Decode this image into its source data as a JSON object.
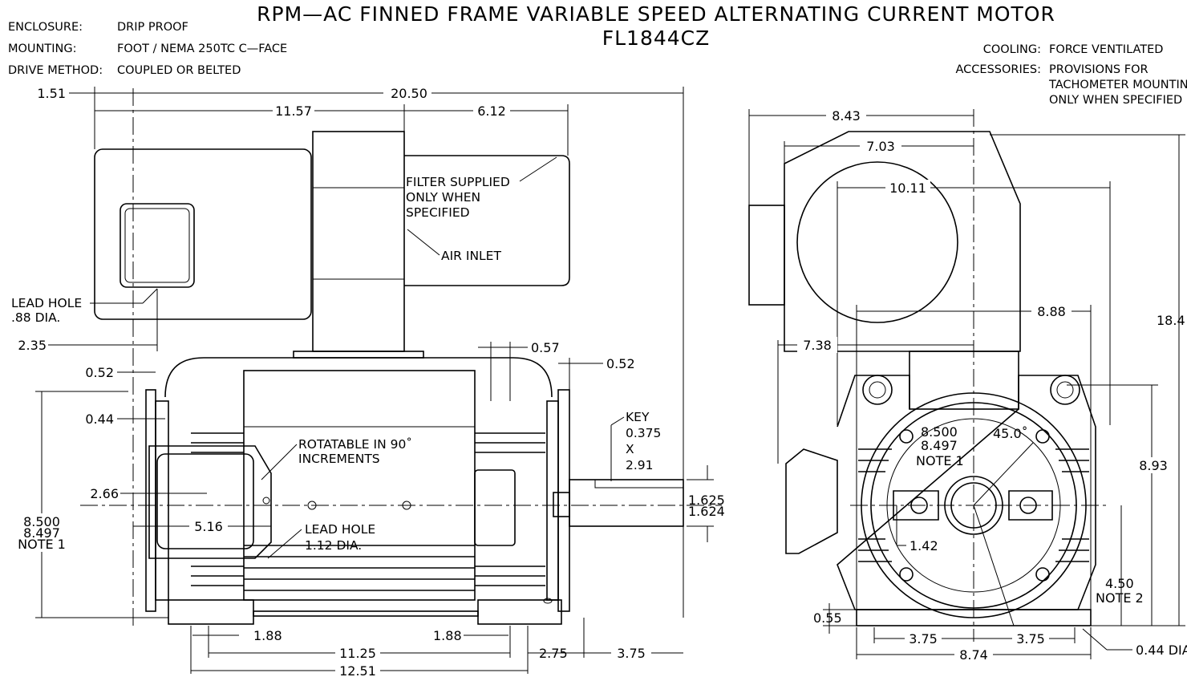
{
  "title": {
    "line1": "RPM—AC FINNED FRAME VARIABLE SPEED ALTERNATING CURRENT MOTOR",
    "line2": "FL1844CZ"
  },
  "specs": {
    "enclosure_label": "ENCLOSURE:",
    "enclosure_value": "DRIP PROOF",
    "mounting_label": "MOUNTING:",
    "mounting_value": "FOOT / NEMA 250TC C—FACE",
    "drive_label": "DRIVE METHOD:",
    "drive_value": "COUPLED OR BELTED",
    "cooling_label": "COOLING:",
    "cooling_value": "FORCE VENTILATED",
    "accessories_label": "ACCESSORIES:",
    "accessories_line1": "PROVISIONS FOR",
    "accessories_line2": "TACHOMETER MOUNTING",
    "accessories_line3": "ONLY WHEN SPECIFIED"
  },
  "side_view": {
    "d_151": "1.51",
    "d_2050": "20.50",
    "d_1157": "11.57",
    "d_612": "6.12",
    "d_235": "2.35",
    "d_052a": "0.52",
    "d_044": "0.44",
    "d_057": "0.57",
    "d_052b": "0.52",
    "d_266": "2.66",
    "d_516": "5.16",
    "d_8500": "8.500",
    "d_8497": "8.497",
    "d_note1": "NOTE 1",
    "d_188a": "1.88",
    "d_188b": "1.88",
    "d_1125": "11.25",
    "d_1251": "12.51",
    "d_275": "2.75",
    "d_375": "3.75",
    "d_1625": "1.625",
    "d_1624": "1.624",
    "filter_line1": "FILTER SUPPLIED",
    "filter_line2": "ONLY WHEN",
    "filter_line3": "SPECIFIED",
    "air_inlet": "AIR INLET",
    "lead_hole1_line1": "LEAD HOLE",
    "lead_hole1_line2": ".88 DIA.",
    "rotatable_line1": "ROTATABLE IN 90˚",
    "rotatable_line2": "INCREMENTS",
    "lead_hole2_line1": "LEAD HOLE",
    "lead_hole2_line2": "1.12 DIA.",
    "key_line1": "KEY",
    "key_line2": "0.375",
    "key_line3": "X",
    "key_line4": "2.91"
  },
  "end_view": {
    "d_843": "8.43",
    "d_703": "7.03",
    "d_1011": "10.11",
    "d_888": "8.88",
    "d_738": "7.38",
    "d_184": "18.4",
    "d_8500": "8.500",
    "d_8497": "8.497",
    "d_note1": "NOTE 1",
    "d_450": "45.0˚",
    "d_893": "8.93",
    "d_142": "1.42",
    "d_450b": "4.50",
    "d_note2": "NOTE 2",
    "d_055": "0.55",
    "d_375a": "3.75",
    "d_375b": "3.75",
    "d_874": "8.74",
    "d_044dia": "0.44 DIA."
  }
}
